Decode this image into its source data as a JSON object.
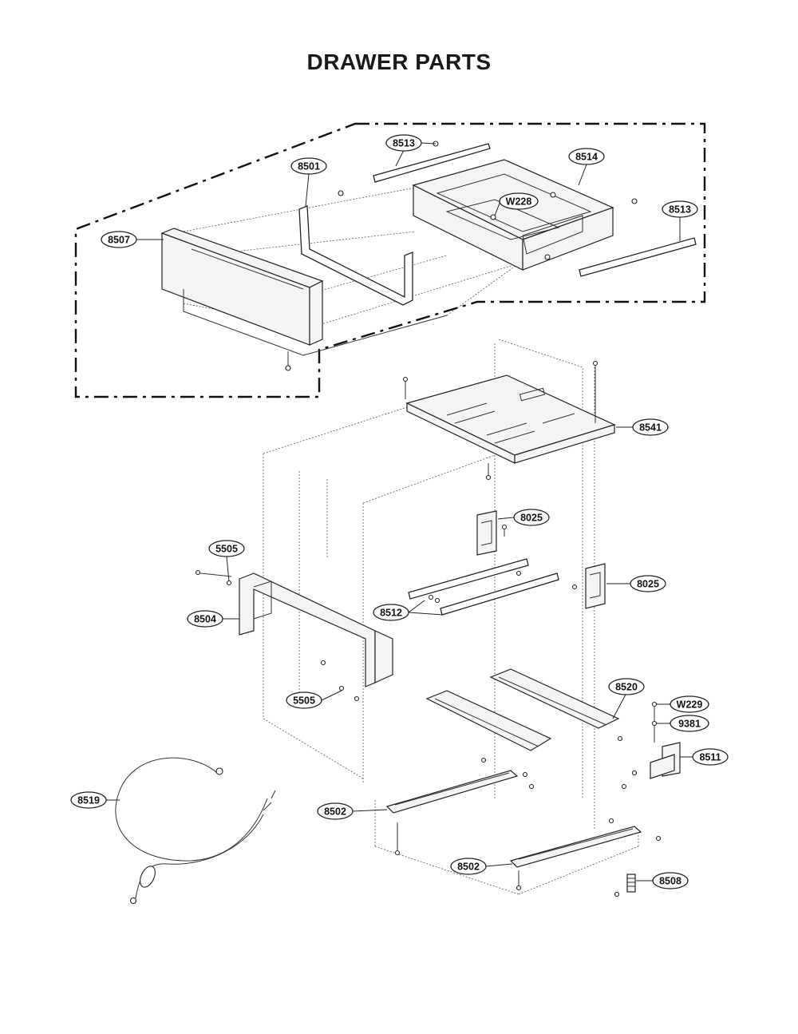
{
  "title": "DRAWER PARTS",
  "labels": {
    "p8513a": "8513",
    "p8514": "8514",
    "p8501": "8501",
    "pW228": "W228",
    "p8513b": "8513",
    "p8507": "8507",
    "p8541": "8541",
    "p8025a": "8025",
    "p5505a": "5505",
    "p8025b": "8025",
    "p8504": "8504",
    "p8512": "8512",
    "p5505b": "5505",
    "p8520": "8520",
    "pW229": "W229",
    "p9381": "9381",
    "p8511": "8511",
    "p8519": "8519",
    "p8502a": "8502",
    "p8502b": "8502",
    "p8508": "8508"
  }
}
